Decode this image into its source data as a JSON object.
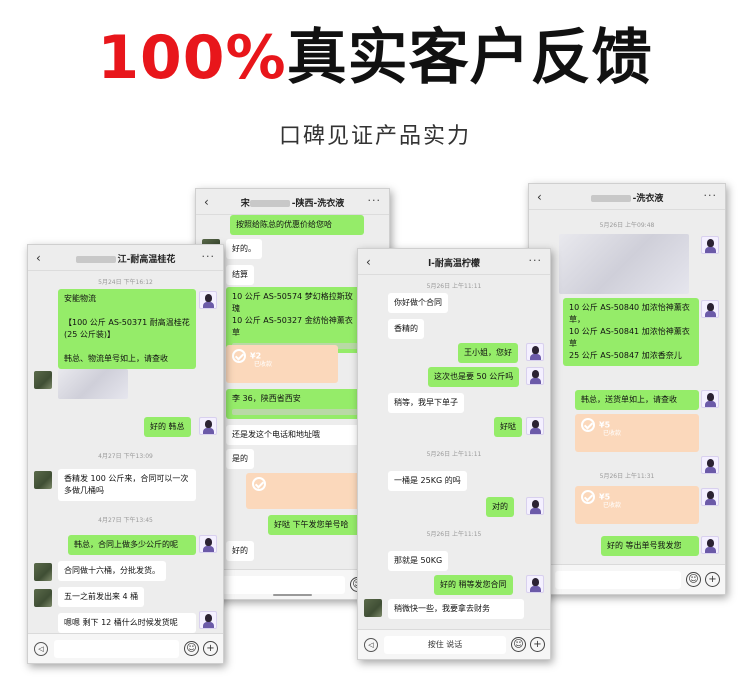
{
  "header": {
    "headline_red": "100%",
    "headline_black": "真实客户反馈",
    "subline": "口碑见证产品实力"
  },
  "colors": {
    "accent_red": "#e8161b",
    "wechat_green": "#95ec69",
    "card_orange": "#fbd8bb"
  },
  "icons": {
    "back": "‹",
    "more": "···",
    "emoji": "☺",
    "plus": "+",
    "voice": "◁"
  },
  "chat1": {
    "title": "江-耐高温桂花",
    "ts1": "5月24日 下午16:12",
    "msg_shipping": "安能物流",
    "msg_order": "【100 公斤 AS-50371 耐高温桂花 (25 公斤装)】",
    "msg_check": "韩总、物流单号如上，请查收",
    "msg_hanzong": "好的 韩总",
    "ts2": "4月27日 下午13:09",
    "msg_q1": "香精发 100 公斤来，合同可以一次多做几桶吗",
    "ts3": "4月27日 下午13:45",
    "msg_q2": "韩总，合同上做多少公斤的呢",
    "msg_a1": "合同做十六桶，分批发货。",
    "msg_a2": "五一之前发出来 4 桶",
    "msg_a3": "嗯嗯 剩下 12 桶什么时候发货呢"
  },
  "chat2": {
    "title": "-陕西-洗衣液",
    "title_prefix": "宋",
    "msg_price": "按照给陈总的优惠价给您哈",
    "msg_ok": "好的。",
    "msg_settle": "结算",
    "msg_items": "10 公斤 AS-50574 梦幻格拉斯玫瑰\n10 公斤 AS-50327 金纺怡神薰衣草",
    "card_amount": "¥2",
    "card_sub": "已收款",
    "msg_addr": "李   36，陕西省西安",
    "msg_phone": "还是发这个电话和地址哦",
    "msg_yes": "是的",
    "msg_afternoon": "好哒  下午发您单号哈",
    "msg_ok2": "好的"
  },
  "chat3": {
    "title": "l-耐高温柠檬",
    "ts1": "5月26日 上午11:11",
    "msg_contract": "你好做个合同",
    "msg_flavor": "香精的",
    "msg_hi": "王小姐，您好",
    "msg_50kg": "这次也是要 50 公斤吗",
    "msg_order": "稍等，我早下单子",
    "msg_good": "好哒",
    "ts2": "5月26日 上午11:11",
    "msg_25kg": "一桶是 25KG 的吗",
    "msg_right": "对的",
    "ts3": "5月26日 上午11:15",
    "msg_total": "那就是 50KG",
    "msg_send": "好的  稍等发您合同",
    "msg_fast": "稍微快一些，我要拿去财务",
    "hold_to_talk": "按住 说话"
  },
  "chat4": {
    "title": "-洗衣液",
    "ts1": "5月26日 上午09:48",
    "msg_items": "10 公斤 AS-50840 加浓怡神薰衣草，\n10 公斤 AS-50841 加浓怡神薰衣草\n25 公斤 AS-50847 加浓香奈儿",
    "msg_ship": "韩总，送货单如上，请查收",
    "card_amount": "¥5",
    "card_sub": "已收款",
    "ts2": "5月26日 上午11:31",
    "card2_amount": "¥5",
    "card2_sub": "已收款",
    "msg_track": "好的  等出单号我发您"
  }
}
